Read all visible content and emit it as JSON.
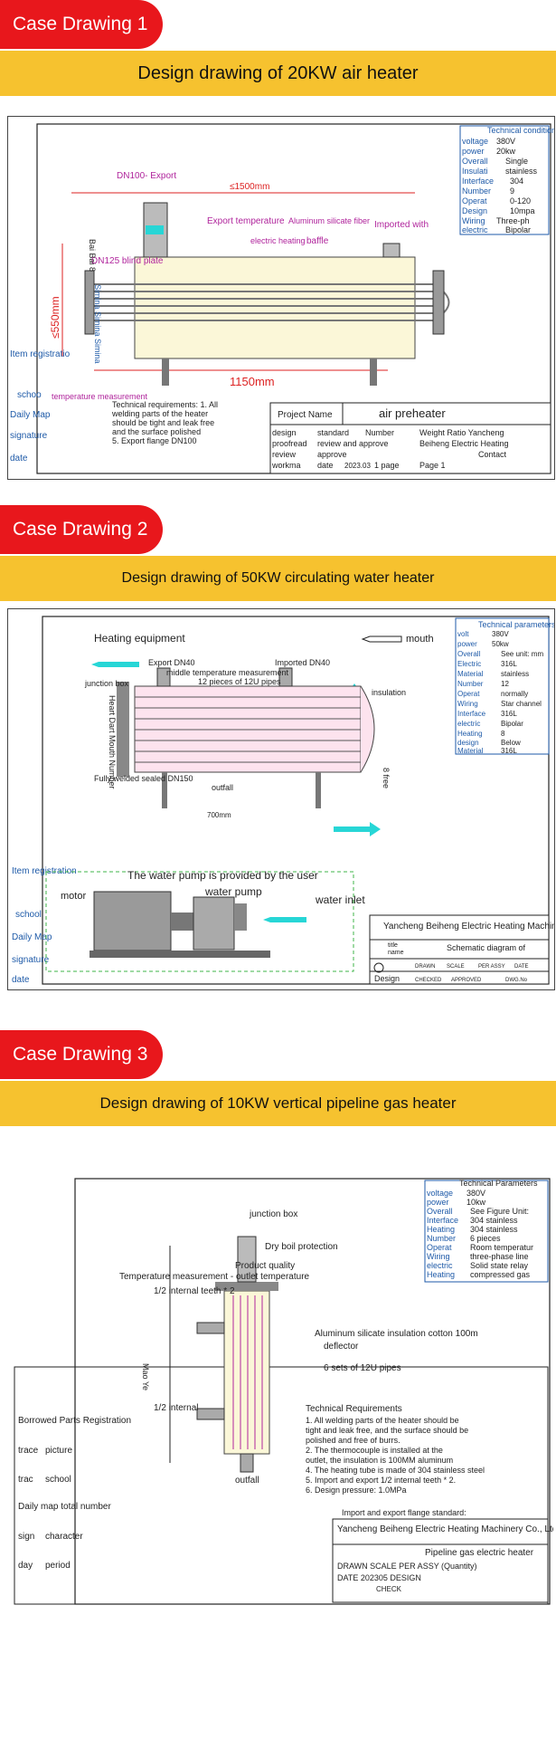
{
  "cases": [
    {
      "tag": "Case Drawing 1",
      "title": "Design drawing of 20KW air heater",
      "dims": {
        "length": "≤1500mm",
        "base": "1150mm",
        "height": "≤550mm"
      },
      "callouts": {
        "export": "DN100- Export",
        "export_temp": "Export temperature",
        "alum": "Aluminum silicate fiber",
        "imported": "Imported with",
        "electric": "electric heating",
        "baffle": "baffle",
        "blind": "DN125 blind plate",
        "bai": "Bai Bai 8",
        "side": "Simina Simina Simina",
        "meas": "temperature measurement"
      },
      "left_labels": [
        "Item registratio",
        "schoo",
        "Daily Map",
        "signature",
        "date"
      ],
      "tech_title": "Technical conditions",
      "tech_rows": [
        {
          "k": "voltage",
          "v": "380V"
        },
        {
          "k": "power",
          "v": "20kw"
        },
        {
          "k": "Overall",
          "v": "Single"
        },
        {
          "k": "Insulati",
          "v": "stainless"
        },
        {
          "k": "Interface",
          "v": "304"
        },
        {
          "k": "Number",
          "v": "9"
        },
        {
          "k": "Operat",
          "v": "0-120"
        },
        {
          "k": "Design",
          "v": "10mpa"
        },
        {
          "k": "Wiring",
          "v": "Three-ph"
        },
        {
          "k": "electric",
          "v": "Bipolar"
        }
      ],
      "notes": [
        "Technical requirements: 1. All",
        "welding parts of the heater",
        "should be tight and leak free",
        "and the surface polished",
        "5. Export flange DN100"
      ],
      "tb": {
        "project_label": "Project Name",
        "project_value": "air preheater",
        "rows": [
          [
            "design",
            "standard",
            "Number",
            "Weight Ratio Yancheng"
          ],
          [
            "proofread",
            "review and approve",
            "",
            "Beiheng Electric Heating"
          ],
          [
            "review",
            "approve",
            "",
            "Contact"
          ],
          [
            "workma",
            "date",
            "2023.03",
            "1 page",
            "Page 1"
          ]
        ]
      }
    },
    {
      "tag": "Case Drawing 2",
      "title": "Design drawing of 50KW circulating water heater",
      "callouts": {
        "heating": "Heating equipment",
        "mouth": "mouth",
        "export": "Export DN40",
        "imported": "Imported DN40",
        "middle": "middle temperature measurement",
        "pipes": "12 pieces of 12U pipes",
        "junction": "junction box",
        "insul": "insulation",
        "sealed": "Fully welded sealed DN150",
        "outfall": "outfall",
        "free": "8 free",
        "dim": "700mm",
        "heart": "Heart Dart Mouth Number",
        "pump_note": "The water pump is provided by the user",
        "pump": "water pump",
        "motor": "motor",
        "inlet": "water inlet"
      },
      "left_labels": [
        "Item registration",
        "school",
        "Daily Map",
        "signature",
        "date"
      ],
      "tech_title": "Technical parameters of",
      "tech_rows": [
        {
          "k": "volt",
          "v": "380V"
        },
        {
          "k": "power",
          "v": "50kw"
        },
        {
          "k": "Overall",
          "v": "See unit: mm"
        },
        {
          "k": "Electric",
          "v": "316L"
        },
        {
          "k": "Material",
          "v": "stainless"
        },
        {
          "k": "Number",
          "v": "12"
        },
        {
          "k": "Operat",
          "v": "normally"
        },
        {
          "k": "Wiring",
          "v": "Star channel"
        },
        {
          "k": "Interface",
          "v": "316L"
        },
        {
          "k": "electric",
          "v": "Bipolar"
        },
        {
          "k": "Heating",
          "v": "8"
        },
        {
          "k": "design",
          "v": "Below"
        },
        {
          "k": "Material",
          "v": "316L"
        }
      ],
      "tb": {
        "company": "Yancheng Beiheng Electric Heating Machinery Co., Ltd",
        "drawing": "Schematic diagram of",
        "row_a": [
          "title",
          "name"
        ],
        "row_b": [
          "DRAWN",
          "SCALE",
          "PER ASSY",
          "DATE"
        ],
        "row_c": [
          "Design",
          "CHECKED",
          "APPROVED",
          "DWG.No"
        ]
      }
    },
    {
      "tag": "Case Drawing 3",
      "title": "Design drawing of 10KW vertical pipeline gas heater",
      "callouts": {
        "junction": "junction box",
        "dry": "Dry boil protection",
        "quality": "Product quality",
        "temp": "Temperature measurement - outlet temperature",
        "teeth": "1/2 internal teeth * 2",
        "insul": "Aluminum silicate insulation cotton 100m",
        "deflector": "deflector",
        "pipes": "6 sets of 12U pipes",
        "internal": "1/2 internal",
        "outfall": "outfall",
        "maoye": "Mao Ye"
      },
      "left_labels": [
        "Borrowed Parts Registration",
        "trace",
        "picture",
        "trac",
        "school",
        "Daily map total number",
        "sign",
        "character",
        "day",
        "period"
      ],
      "tech_title": "Technical Parameters",
      "tech_rows": [
        {
          "k": "voltage",
          "v": "380V"
        },
        {
          "k": "power",
          "v": "10kw"
        },
        {
          "k": "Overall",
          "v": "See Figure Unit:"
        },
        {
          "k": "Interface",
          "v": "304 stainless"
        },
        {
          "k": "Heating",
          "v": "304 stainless"
        },
        {
          "k": "Number",
          "v": "6 pieces"
        },
        {
          "k": "Operat",
          "v": "Room temperatur"
        },
        {
          "k": "Wiring",
          "v": "three-phase line"
        },
        {
          "k": "electric",
          "v": "Solid state relay"
        },
        {
          "k": "Heating",
          "v": "compressed gas"
        }
      ],
      "req_title": "Technical Requirements",
      "reqs": [
        "1. All welding parts of the heater should be",
        "tight and leak free, and the surface should be",
        "polished and free of burrs.",
        "2. The thermocouple is installed at the",
        "outlet, the insulation is 100MM aluminum",
        "4. The heating tube is made of 304 stainless steel",
        "5. Import and export 1/2 internal teeth * 2.",
        "6. Design pressure: 1.0MPa"
      ],
      "tb": {
        "flange": "Import and export flange standard:",
        "company": "Yancheng Beiheng Electric Heating Machinery Co., Ltd",
        "drawing": "Pipeline gas electric heater",
        "row1": "DRAWN SCALE PER ASSY (Quantity)",
        "row2": "DATE 202305 DESIGN",
        "row3": "CHECK"
      }
    }
  ]
}
